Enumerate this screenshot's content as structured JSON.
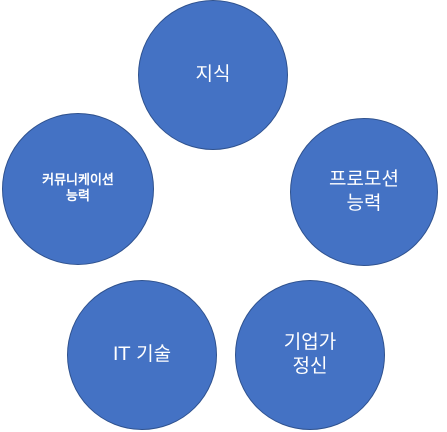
{
  "diagram": {
    "nodes": [
      {
        "id": "knowledge",
        "lines": [
          "지식"
        ]
      },
      {
        "id": "communication",
        "lines": [
          "커뮤니케이션",
          "능력"
        ]
      },
      {
        "id": "promotion",
        "lines": [
          "프로모션",
          "능력"
        ]
      },
      {
        "id": "it",
        "lines": [
          "IT 기술"
        ]
      },
      {
        "id": "entrepreneurship",
        "lines": [
          "기업가",
          "정신"
        ]
      }
    ],
    "colors": {
      "fill": "#4472C4",
      "stroke": "#2F528F",
      "text": "#FFFFFF",
      "background": "#FFFFFF"
    }
  }
}
